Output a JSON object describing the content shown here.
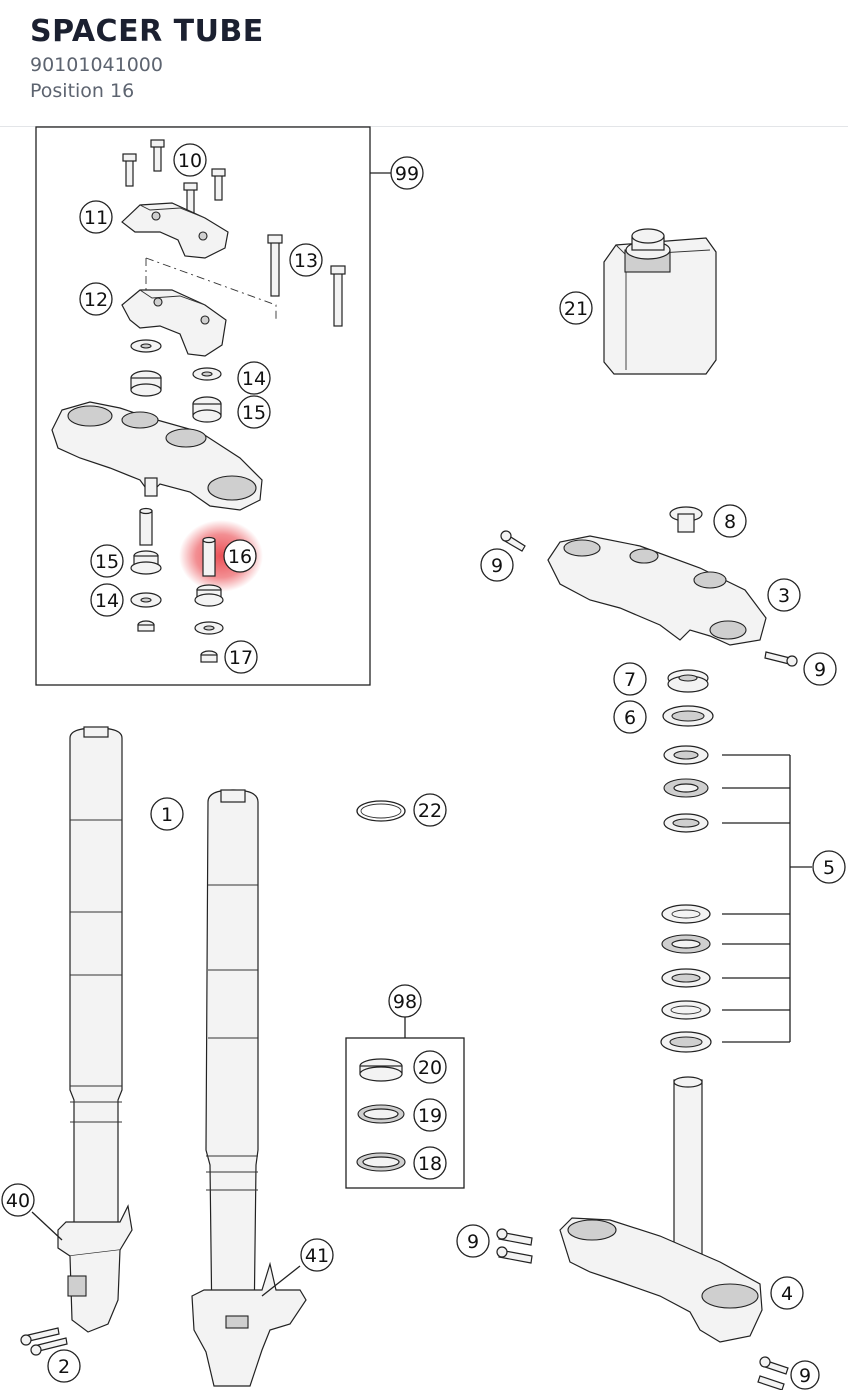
{
  "header": {
    "title": "SPACER TUBE",
    "part_number": "90101041000",
    "position": "Position 16"
  },
  "highlight_color": "#e8333a",
  "callouts": {
    "c1": "1",
    "c2": "2",
    "c3": "3",
    "c4": "4",
    "c5": "5",
    "c6": "6",
    "c7": "7",
    "c8": "8",
    "c9a": "9",
    "c9b": "9",
    "c9c": "9",
    "c9d": "9",
    "c10": "10",
    "c11": "11",
    "c12": "12",
    "c13": "13",
    "c14a": "14",
    "c14b": "14",
    "c15a": "15",
    "c15b": "15",
    "c16": "16",
    "c17": "17",
    "c18": "18",
    "c19": "19",
    "c20": "20",
    "c21": "21",
    "c22": "22",
    "c40": "40",
    "c41": "41",
    "c98": "98",
    "c99": "99"
  }
}
